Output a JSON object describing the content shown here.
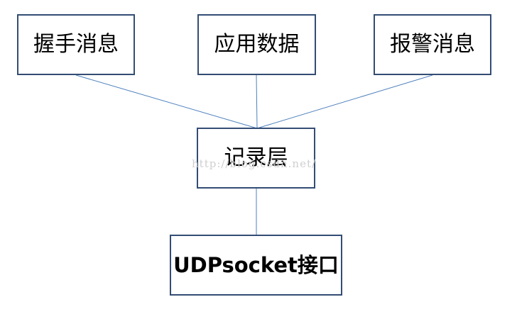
{
  "diagram": {
    "nodes": [
      {
        "id": "handshake",
        "label": "握手消息"
      },
      {
        "id": "appdata",
        "label": "应用数据"
      },
      {
        "id": "alert",
        "label": "报警消息"
      },
      {
        "id": "record",
        "label": "记录层"
      },
      {
        "id": "udp",
        "label": "UDPsocket接口"
      }
    ],
    "edges": [
      {
        "from": "handshake",
        "to": "record"
      },
      {
        "from": "appdata",
        "to": "record"
      },
      {
        "from": "alert",
        "to": "record"
      },
      {
        "from": "record",
        "to": "udp"
      }
    ],
    "border_color": "#334d74",
    "edge_color": "#4f81bd"
  },
  "watermark": "http://blog.csdn.net/"
}
